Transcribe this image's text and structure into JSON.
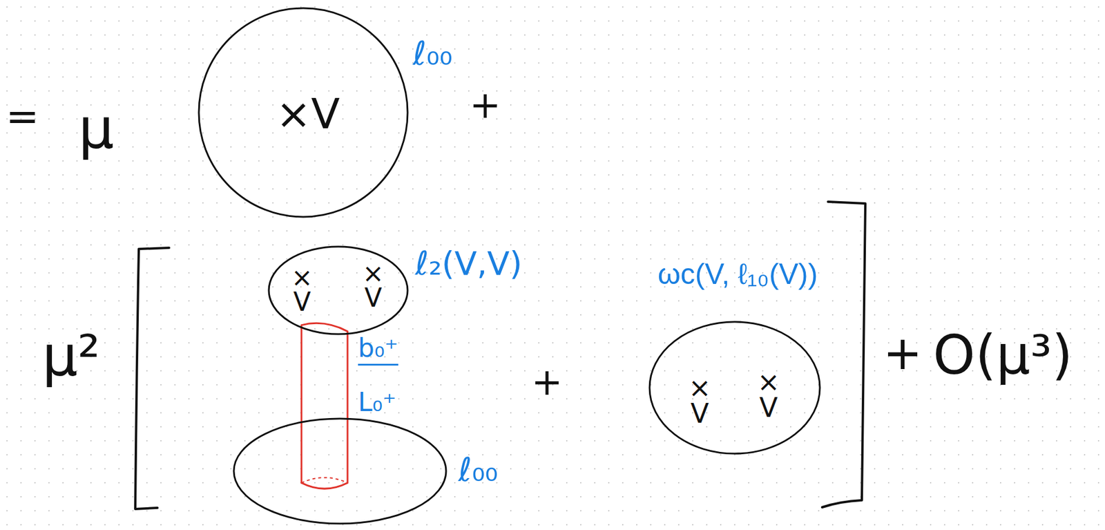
{
  "diagram": {
    "nodes": [
      {
        "text": [
          "×V",
          "ℓ₀₀"
        ]
      },
      {
        "text": [
          "× V",
          "× V",
          "ℓ₂(V,V)"
        ]
      },
      {
        "text": [
          "ℓ₀₀"
        ]
      },
      {
        "text": [
          "ωc(V, ℓ₁₀(V))",
          "× V",
          "× V"
        ]
      }
    ],
    "edges": [
      {
        "from": 1,
        "to": 2,
        "arrow": "none",
        "label": "b₀⁺"
      }
    ],
    "labels": [
      "=",
      "μ",
      "+",
      "μ²",
      "L₀⁺",
      "+",
      "+",
      "O(μ³)"
    ]
  }
}
